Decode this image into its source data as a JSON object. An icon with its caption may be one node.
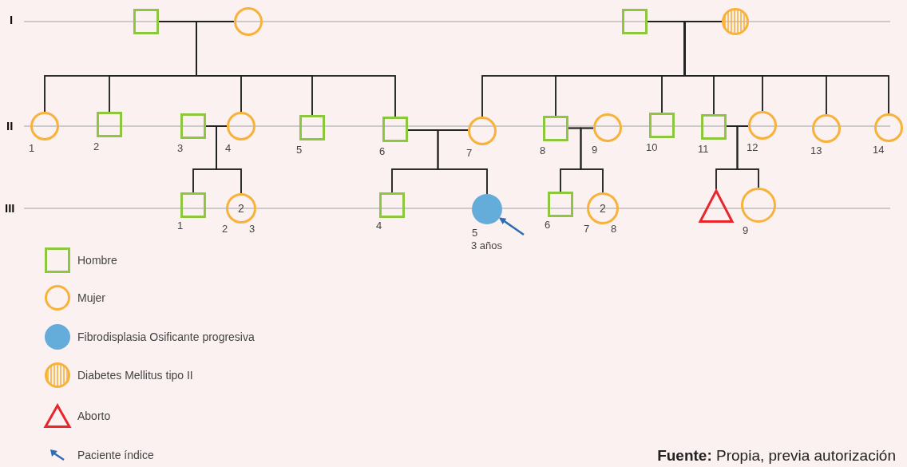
{
  "diagram": {
    "caption": "**Fuente:** Propia, previa autorización",
    "nodes": [
      {
        "text": [],
        "shape": "box"
      },
      {
        "text": [],
        "shape": "circle"
      },
      {
        "text": [],
        "shape": "box"
      },
      {
        "text": [],
        "shape": "circle"
      },
      {
        "text": [],
        "shape": "circle",
        "beside": [
          "1"
        ]
      },
      {
        "text": [],
        "shape": "box",
        "beside": [
          "2"
        ]
      },
      {
        "text": [],
        "shape": "box",
        "beside": [
          "3"
        ]
      },
      {
        "text": [],
        "shape": "circle",
        "beside": [
          "4"
        ]
      },
      {
        "text": [],
        "shape": "box",
        "beside": [
          "5"
        ]
      },
      {
        "text": [],
        "shape": "box",
        "beside": [
          "6"
        ]
      },
      {
        "text": [],
        "shape": "circle",
        "beside": [
          "7"
        ]
      },
      {
        "text": [],
        "shape": "box",
        "beside": [
          "8"
        ]
      },
      {
        "text": [],
        "shape": "circle",
        "beside": [
          "9"
        ]
      },
      {
        "text": [],
        "shape": "box",
        "beside": [
          "10"
        ]
      },
      {
        "text": [],
        "shape": "box",
        "beside": [
          "11"
        ]
      },
      {
        "text": [],
        "shape": "circle",
        "beside": [
          "12"
        ]
      },
      {
        "text": [],
        "shape": "circle",
        "beside": [
          "13"
        ]
      },
      {
        "text": [],
        "shape": "circle",
        "beside": [
          "14"
        ]
      },
      {
        "text": [],
        "shape": "box",
        "beside": [
          "1"
        ]
      },
      {
        "text": [
          "2"
        ],
        "beside": [
          "2",
          "3"
        ]
      },
      {
        "text": [],
        "shape": "box",
        "beside": [
          "4"
        ]
      },
      {
        "text": [],
        "shape": "circle",
        "beside": [
          "5",
          "3 años"
        ]
      },
      {
        "text": [],
        "shape": "box",
        "beside": [
          "6"
        ]
      },
      {
        "text": [
          "2"
        ],
        "beside": [
          "7",
          "8"
        ]
      },
      {
        "text": [],
        "shape": "triangle"
      },
      {
        "text": [],
        "shape": "circle",
        "beside": [
          "9"
        ]
      }
    ],
    "edges": [
      {
        "from": 0,
        "to": 1,
        "arrow": "none"
      },
      {
        "from": 0,
        "to": 4,
        "arrow": "none"
      },
      {
        "from": 1,
        "to": 4,
        "arrow": "none"
      },
      {
        "from": 0,
        "to": 5,
        "arrow": "none"
      },
      {
        "from": 1,
        "to": 5,
        "arrow": "none"
      },
      {
        "from": 0,
        "to": 7,
        "arrow": "none"
      },
      {
        "from": 1,
        "to": 7,
        "arrow": "none"
      },
      {
        "from": 0,
        "to": 8,
        "arrow": "none"
      },
      {
        "from": 1,
        "to": 8,
        "arrow": "none"
      },
      {
        "from": 0,
        "to": 9,
        "arrow": "none"
      },
      {
        "from": 1,
        "to": 9,
        "arrow": "none"
      },
      {
        "from": 2,
        "to": 3,
        "arrow": "none"
      },
      {
        "from": 2,
        "to": 10,
        "arrow": "none"
      },
      {
        "from": 3,
        "to": 10,
        "arrow": "none"
      },
      {
        "from": 2,
        "to": 11,
        "arrow": "none"
      },
      {
        "from": 3,
        "to": 11,
        "arrow": "none"
      },
      {
        "from": 2,
        "to": 13,
        "arrow": "none"
      },
      {
        "from": 3,
        "to": 13,
        "arrow": "none"
      },
      {
        "from": 2,
        "to": 14,
        "arrow": "none"
      },
      {
        "from": 3,
        "to": 14,
        "arrow": "none"
      },
      {
        "from": 2,
        "to": 15,
        "arrow": "none"
      },
      {
        "from": 3,
        "to": 15,
        "arrow": "none"
      },
      {
        "from": 2,
        "to": 16,
        "arrow": "none"
      },
      {
        "from": 3,
        "to": 16,
        "arrow": "none"
      },
      {
        "from": 2,
        "to": 17,
        "arrow": "none"
      },
      {
        "from": 3,
        "to": 17,
        "arrow": "none"
      },
      {
        "from": 6,
        "to": 7,
        "arrow": "none"
      },
      {
        "from": 6,
        "to": 18,
        "arrow": "none"
      },
      {
        "from": 7,
        "to": 18,
        "arrow": "none"
      },
      {
        "from": 6,
        "to": 19,
        "arrow": "none"
      },
      {
        "from": 7,
        "to": 19,
        "arrow": "none"
      },
      {
        "from": 9,
        "to": 10,
        "arrow": "none"
      },
      {
        "from": 9,
        "to": 20,
        "arrow": "none"
      },
      {
        "from": 10,
        "to": 20,
        "arrow": "none"
      },
      {
        "from": 9,
        "to": 21,
        "arrow": "none"
      },
      {
        "from": 10,
        "to": 21,
        "arrow": "none"
      },
      {
        "from": 11,
        "to": 12,
        "arrow": "none"
      },
      {
        "from": 11,
        "to": 22,
        "arrow": "none"
      },
      {
        "from": 12,
        "to": 22,
        "arrow": "none"
      },
      {
        "from": 11,
        "to": 23,
        "arrow": "none"
      },
      {
        "from": 12,
        "to": 23,
        "arrow": "none"
      },
      {
        "from": 14,
        "to": 15,
        "arrow": "none"
      },
      {
        "from": 14,
        "to": 24,
        "arrow": "none"
      },
      {
        "from": 15,
        "to": 24,
        "arrow": "none"
      },
      {
        "from": 14,
        "to": 25,
        "arrow": "none"
      },
      {
        "from": 15,
        "to": 25,
        "arrow": "none"
      },
      {
        "from": null,
        "to": 21,
        "arrow": "to",
        "color": "#2e6db4"
      }
    ],
    "labels": [
      "I",
      "II",
      "III"
    ],
    "legend": [
      {
        "text": "Hombre"
      },
      {
        "text": "Mujer"
      },
      {
        "text": "Fibrodisplasia Osificante progresiva",
        "color": "#64acd9"
      },
      {
        "text": "Diabetes Mellitus tipo II"
      },
      {
        "text": "Aborto"
      },
      {
        "text": "Paciente índice"
      }
    ]
  }
}
